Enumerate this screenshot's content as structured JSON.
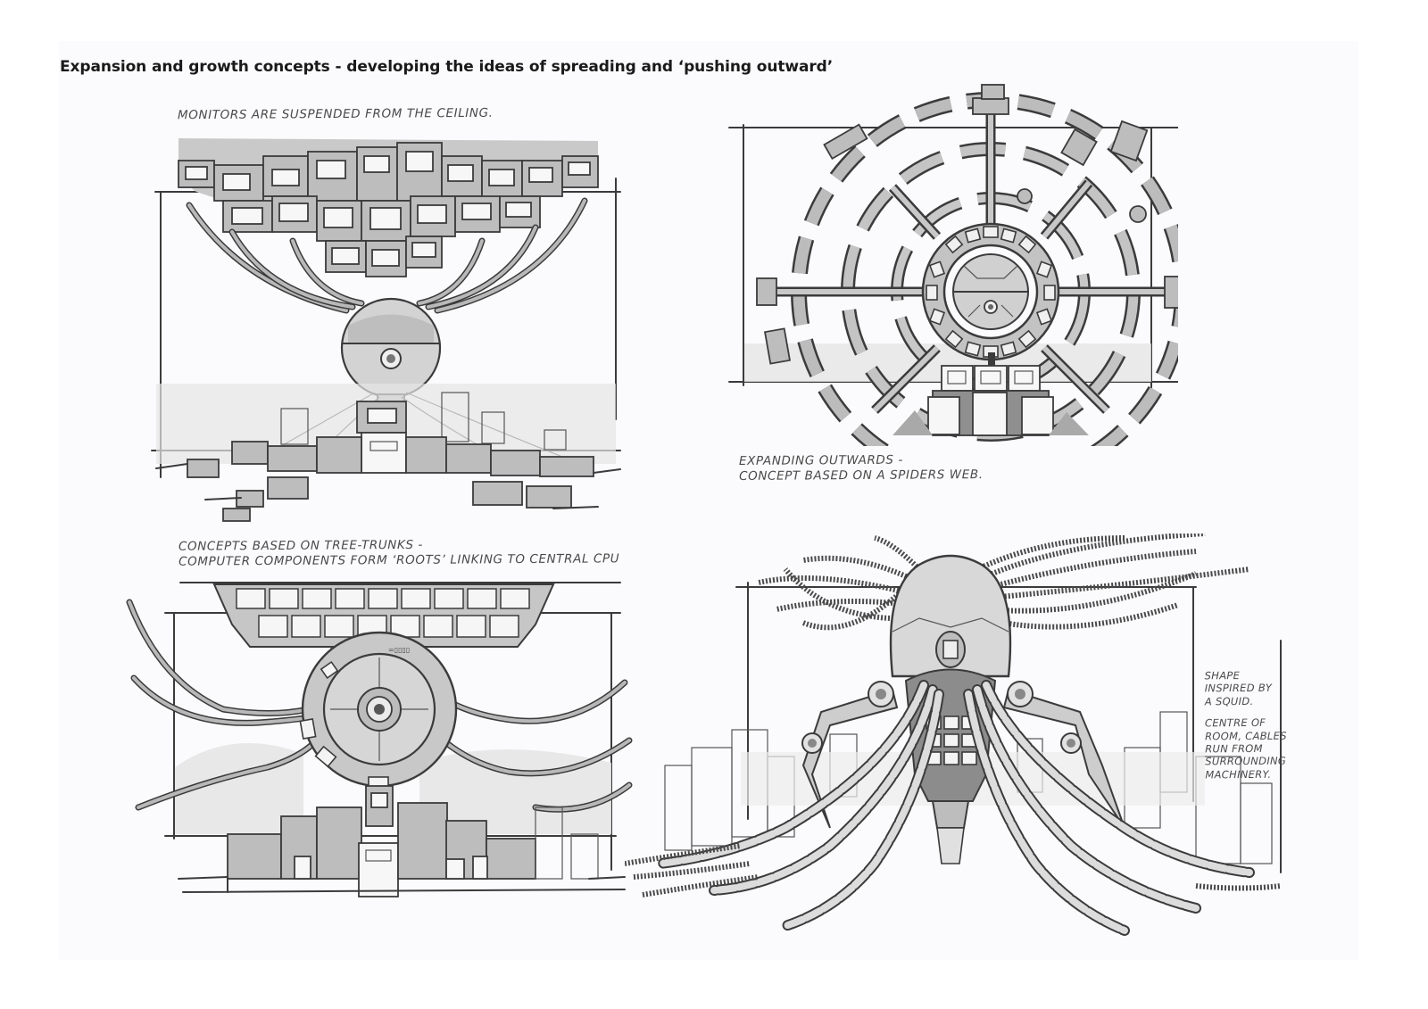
{
  "page": {
    "heading": "Expansion and growth concepts - developing the ideas of spreading and ‘pushing outward’",
    "background_color": "#fbfbfd",
    "ink_color": "#3b3b3b",
    "marker_wash_color": "#c9c9c9"
  },
  "sketches": [
    {
      "id": "suspended-monitors",
      "annotation_lines": [
        "Monitors are suspended from the ceiling."
      ],
      "subject": "sphere CPU with cables rising to a ceiling cluster of monitors, machinery city below"
    },
    {
      "id": "spider-web",
      "annotation_lines": [
        "Expanding outwards -",
        "concept based on a spiders web."
      ],
      "subject": "concentric rings of pipework radiating from a central sphere above three consoles"
    },
    {
      "id": "tree-trunks",
      "annotation_lines": [
        "Concepts based on tree-trunks -",
        "computer components form ‘roots’ linking to central CPU"
      ],
      "subject": "ring-framed lens core hanging from a grid ceiling, cables as roots, machinery skyline"
    },
    {
      "id": "squid",
      "annotation_lines": [
        "Shape",
        "inspired by",
        "a squid.",
        "",
        "Centre of",
        "room, cables",
        "run from",
        "surrounding",
        "machinery."
      ],
      "subject": "squid-shaped CPU pod with segmented tentacle cables and two arm legs"
    }
  ]
}
